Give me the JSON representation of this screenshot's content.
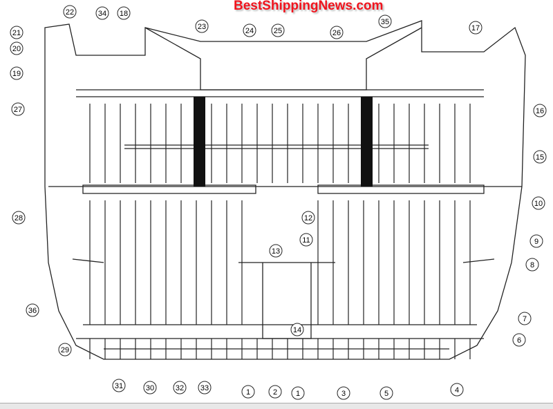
{
  "title": "BestShippingNews.com",
  "callouts": [
    {
      "n": "22"
    },
    {
      "n": "34"
    },
    {
      "n": "18"
    },
    {
      "n": "21"
    },
    {
      "n": "20"
    },
    {
      "n": "19"
    },
    {
      "n": "27"
    },
    {
      "n": "23"
    },
    {
      "n": "24"
    },
    {
      "n": "25"
    },
    {
      "n": "26"
    },
    {
      "n": "35"
    },
    {
      "n": "17"
    },
    {
      "n": "16"
    },
    {
      "n": "15"
    },
    {
      "n": "10"
    },
    {
      "n": "28"
    },
    {
      "n": "12"
    },
    {
      "n": "11"
    },
    {
      "n": "9"
    },
    {
      "n": "8"
    },
    {
      "n": "13"
    },
    {
      "n": "36"
    },
    {
      "n": "14"
    },
    {
      "n": "7"
    },
    {
      "n": "6"
    },
    {
      "n": "29"
    },
    {
      "n": "31"
    },
    {
      "n": "30"
    },
    {
      "n": "32"
    },
    {
      "n": "33"
    },
    {
      "n": "1"
    },
    {
      "n": "2"
    },
    {
      "n": "1"
    },
    {
      "n": "3"
    },
    {
      "n": "5"
    },
    {
      "n": "4"
    }
  ]
}
